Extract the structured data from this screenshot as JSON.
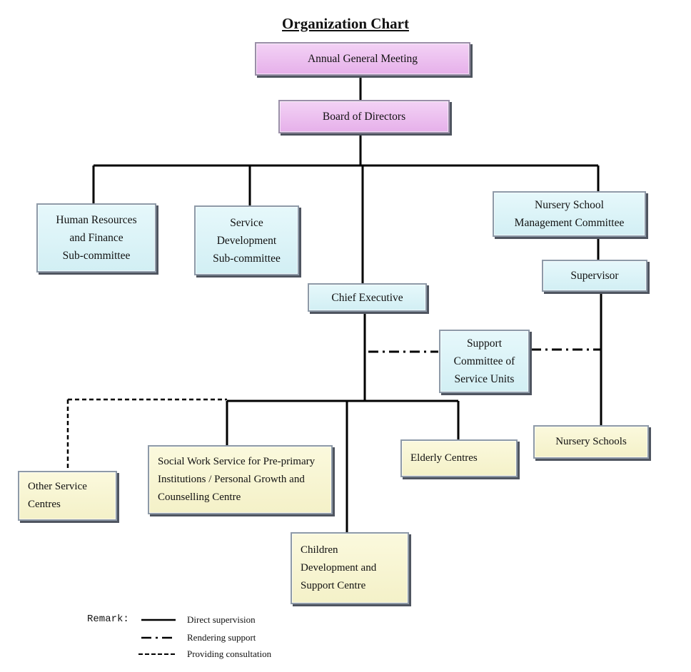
{
  "title": "Organization Chart",
  "nodes": {
    "agm": "Annual General Meeting",
    "board": "Board of Directors",
    "hr_finance": "Human Resources\nand Finance\nSub-committee",
    "service_dev": "Service\nDevelopment\nSub-committee",
    "nursery_committee": "Nursery School\nManagement Committee",
    "supervisor": "Supervisor",
    "chief_exec": "Chief Executive",
    "support_committee": "Support\nCommittee of\nService Units",
    "other_centres": "Other Service\nCentres",
    "social_work": "Social Work Service for Pre-primary\nInstitutions / Personal Growth and\nCounselling Centre",
    "elderly": "Elderly Centres",
    "nursery_schools": "Nursery Schools",
    "children_dev": "Children\nDevelopment and\nSupport Centre"
  },
  "legend": {
    "label": "Remark:",
    "items": [
      {
        "style": "solid",
        "text": "Direct supervision"
      },
      {
        "style": "dash-dot",
        "text": "Rendering support"
      },
      {
        "style": "dashed",
        "text": "Providing consultation"
      }
    ]
  },
  "colors": {
    "top_box": "#e6b0ea",
    "committee_box": "#d2eff4",
    "service_box": "#f4f1c8",
    "line": "#000000"
  }
}
